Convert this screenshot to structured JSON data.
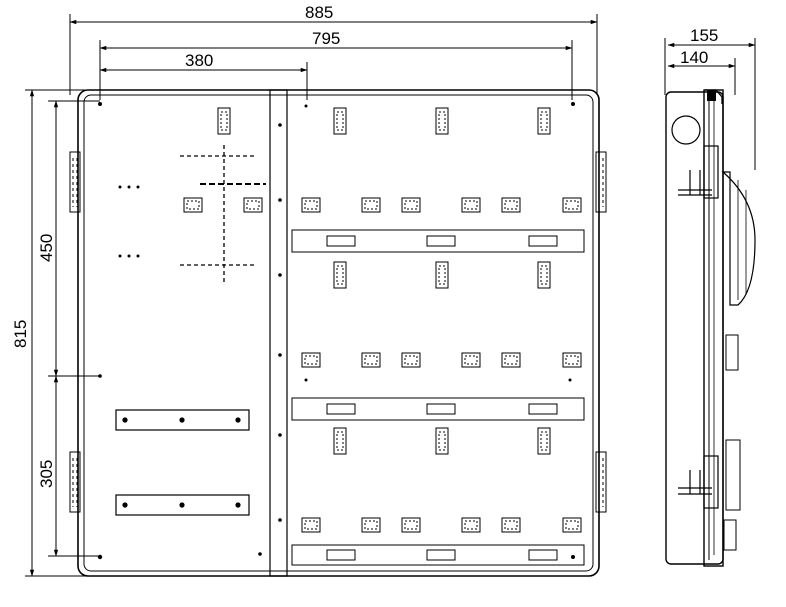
{
  "diagram": {
    "dimensions": {
      "overall_width": "885",
      "inner_width": "795",
      "left_section_width": "380",
      "overall_height": "815",
      "upper_height": "450",
      "lower_height": "305",
      "side_depth_total": "155",
      "side_depth_body": "140"
    },
    "colors": {
      "line": "#000000",
      "background": "#ffffff"
    }
  }
}
